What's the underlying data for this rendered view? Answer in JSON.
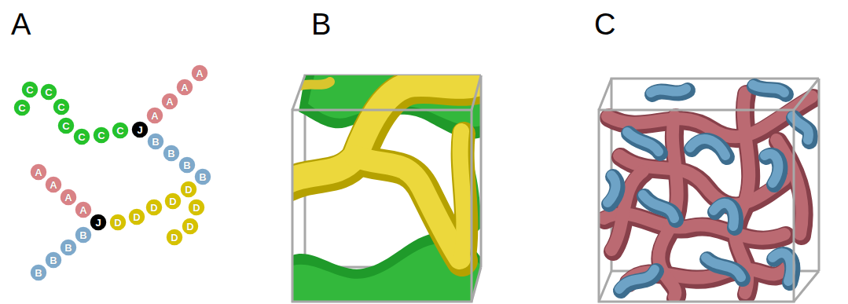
{
  "diagram": {
    "nodes": [
      {
        "text": [
          "C"
        ]
      },
      {
        "text": [
          "C"
        ]
      },
      {
        "text": [
          "C"
        ]
      },
      {
        "text": [
          "C"
        ]
      },
      {
        "text": [
          "C"
        ]
      },
      {
        "text": [
          "C"
        ]
      },
      {
        "text": [
          "C"
        ]
      },
      {
        "text": [
          "C"
        ]
      },
      {
        "text": [
          "J"
        ]
      },
      {
        "text": [
          "A"
        ]
      },
      {
        "text": [
          "A"
        ]
      },
      {
        "text": [
          "A"
        ]
      },
      {
        "text": [
          "A"
        ]
      },
      {
        "text": [
          "B"
        ]
      },
      {
        "text": [
          "B"
        ]
      },
      {
        "text": [
          "B"
        ]
      },
      {
        "text": [
          "B"
        ]
      },
      {
        "text": [
          "A"
        ]
      },
      {
        "text": [
          "A"
        ]
      },
      {
        "text": [
          "A"
        ]
      },
      {
        "text": [
          "A"
        ]
      },
      {
        "text": [
          "J"
        ]
      },
      {
        "text": [
          "B"
        ]
      },
      {
        "text": [
          "B"
        ]
      },
      {
        "text": [
          "B"
        ]
      },
      {
        "text": [
          "B"
        ]
      },
      {
        "text": [
          "D"
        ]
      },
      {
        "text": [
          "D"
        ]
      },
      {
        "text": [
          "D"
        ]
      },
      {
        "text": [
          "D"
        ]
      },
      {
        "text": [
          "D"
        ]
      },
      {
        "text": [
          "D"
        ]
      },
      {
        "text": [
          "D"
        ]
      },
      {
        "text": [
          "D"
        ]
      }
    ],
    "labels": [
      "A",
      "B",
      "C"
    ]
  }
}
